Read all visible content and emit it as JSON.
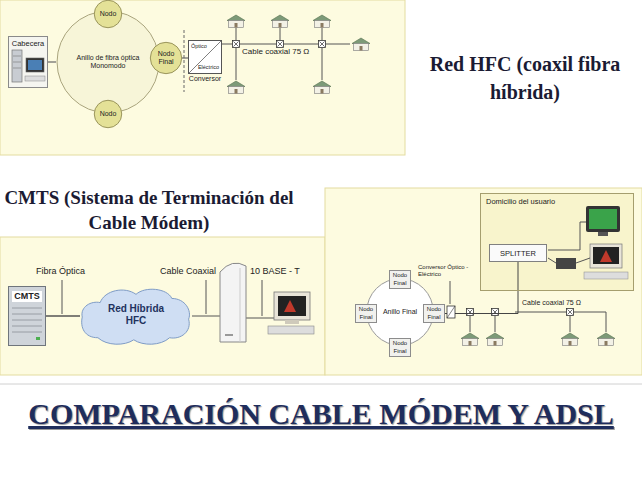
{
  "diagram": {
    "nodes": [
      {
        "text": [
          "Cabecera"
        ]
      },
      {
        "text": [
          "Anillo de fibra óptica Monomodo"
        ]
      },
      {
        "text": [
          "Nodo"
        ]
      },
      {
        "text": [
          "Nodo Final"
        ]
      },
      {
        "text": [
          "Nodo"
        ]
      },
      {
        "text": [
          "Óptico",
          "Eléctrico",
          "Conversor"
        ]
      },
      {
        "text": [
          "CMTS"
        ]
      },
      {
        "text": [
          "Red Híbrida HFC"
        ]
      },
      {
        "text": [
          "Domicilio del usuario"
        ]
      },
      {
        "text": [
          "SPLITTER"
        ],
        "in": 8
      },
      {
        "text": [
          "Anillo Final"
        ]
      },
      {
        "text": [
          "Nodo Final"
        ]
      },
      {
        "text": [
          "Nodo Final"
        ]
      },
      {
        "text": [
          "Nodo Final"
        ]
      },
      {
        "text": [
          "Nodo Final"
        ]
      }
    ],
    "edges": [
      {
        "from": 0,
        "to": 1,
        "arrow": "none"
      },
      {
        "from": 3,
        "to": 5,
        "arrow": "none"
      },
      {
        "from": 6,
        "to": 7,
        "arrow": "none"
      },
      {
        "from": 13,
        "to": 9,
        "arrow": "none"
      }
    ],
    "labels": [
      "Cable coaxial 75 Ω",
      "Red HFC (coaxil fibra híbrida)",
      "CMTS (Sistema de Terminación del Cable Módem)",
      "Fibra Óptica",
      "Cable Coaxial",
      "10 BASE - T",
      "Conversor Óptico - Eléctrico",
      "Cable coaxial 75 Ω",
      "COMPARACIÓN CABLE MÓDEM Y ADSL"
    ]
  }
}
